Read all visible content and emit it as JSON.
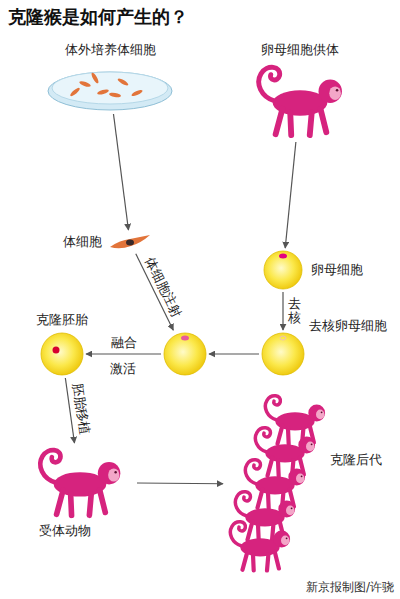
{
  "diagram": {
    "title": "克隆猴是如何产生的？",
    "caption": "新京报制图/许骁",
    "nodes": [
      {
        "text": [
          "体外培养体细胞"
        ]
      },
      {
        "text": [
          "卵母细胞供体"
        ]
      },
      {
        "text": [
          "体细胞"
        ]
      },
      {
        "text": [
          "卵母细胞"
        ]
      },
      {
        "text": [
          "克隆胚胎"
        ]
      },
      {
        "text": []
      },
      {
        "text": [
          "去核卵母细胞"
        ]
      },
      {
        "text": [
          "受体动物"
        ]
      },
      {
        "text": [
          "克隆后代"
        ]
      }
    ],
    "edges": [
      {
        "from": 0,
        "to": 2,
        "arrow": "to"
      },
      {
        "from": 1,
        "to": 3,
        "arrow": "to"
      },
      {
        "from": 3,
        "to": 6,
        "label": "去核",
        "arrow": "to"
      },
      {
        "from": 2,
        "to": 5,
        "label": "体细胞注射",
        "arrow": "to"
      },
      {
        "from": 6,
        "to": 5,
        "arrow": "to"
      },
      {
        "from": 5,
        "to": 4,
        "label": "融合",
        "arrow": "to"
      },
      {
        "from": 4,
        "to": 7,
        "label": "胚胎移植",
        "arrow": "to"
      },
      {
        "from": 7,
        "to": 8,
        "arrow": "to"
      }
    ],
    "labels": [
      "激活"
    ]
  }
}
